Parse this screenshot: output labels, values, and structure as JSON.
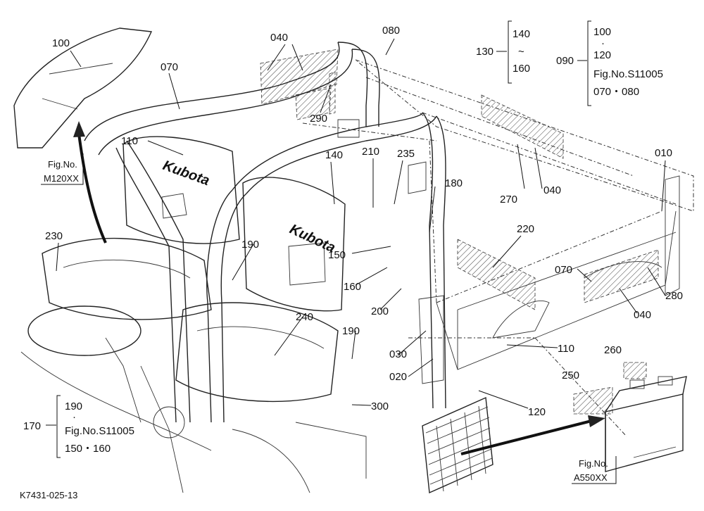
{
  "drawing_code": "K7431-025-13",
  "part_numbers": [
    "010",
    "020",
    "030",
    "040",
    "070",
    "080",
    "100",
    "110",
    "120",
    "140",
    "150",
    "160",
    "180",
    "190",
    "200",
    "210",
    "220",
    "230",
    "235",
    "240",
    "250",
    "260",
    "270",
    "280",
    "290",
    "300"
  ],
  "callouts": {
    "c130": {
      "num": "130",
      "top": "140",
      "mid": "~",
      "bot": "160"
    },
    "c090": {
      "num": "090",
      "l1": "100",
      "l2": "·",
      "l3": "120",
      "l4": "Fig.No.S11005",
      "l5": "070・080"
    },
    "c170": {
      "num": "170",
      "l1": "190",
      "l2": "·",
      "l3": "Fig.No.S11005",
      "l4": "150・160"
    }
  },
  "fig_refs": {
    "m120": {
      "line1": "Fig.No.",
      "line2": "M120XX"
    },
    "a550": {
      "line1": "Fig.No.",
      "line2": "A550XX"
    }
  }
}
